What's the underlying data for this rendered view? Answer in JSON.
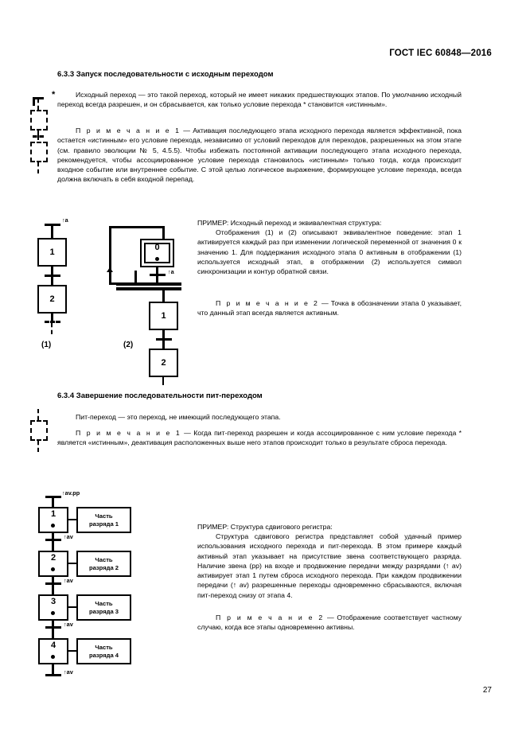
{
  "header": {
    "standard": "ГОСТ IEC 60848—2016"
  },
  "page_number": "27",
  "sections": [
    {
      "number": "6.3.3",
      "title": "6.3.3 Запуск последовательности с исходным переходом"
    },
    {
      "number": "6.3.4",
      "title": "6.3.4 Завершение последовательности пит-переходом"
    }
  ],
  "paragraphs": {
    "p1": "Исходный переход — это такой переход, который не имеет никаких предшествующих этапов. По умолчанию исходный переход всегда разрешен, и он сбрасывается, как только условие перехода * становится «истинным».",
    "note1_label": "П р и м е ч а н и е  1",
    "note1_body": " — Активация последующего этапа исходного перехода является эффективной, пока остается «истинным» его условие перехода, независимо от условий переходов для переходов, разрешенных на этом этапе (см. правило эволюции № 5, 4.5.5). Чтобы избежать постоянной активации последующего этапа исходного перехода, рекомендуется, чтобы ассоциированное условие перехода становилось «истинным» только тогда, когда происходит входное событие или внутреннее событие. С этой целью логическое выражение, формирующее условие перехода, всегда должна включать в себя входной перепад.",
    "example1_head": "ПРИМЕР: Исходный переход и эквивалентная структура:",
    "example1_body": "Отображения (1) и (2) описывают эквивалентное поведение: этап 1 активируется каждый раз при изменении логической переменной от значения 0 к значению 1. Для поддержания исходного этапа 0 активным в отображении (1) используется исходный этап, в отображении (2) используется символ синхронизации и контур обратной связи.",
    "note2_label": "П р и м е ч а н и е  2",
    "note2_body": " — Точка в обозначении этапа 0 указывает, что данный этап всегда является активным.",
    "p2": "Пит-переход — это переход, не имеющий последующего этапа.",
    "note3_label": "П р и м е ч а н и е  1",
    "note3_body": " — Когда пит-переход разрешен и когда ассоциированное с ним условие перехода * является «истинным», деактивация расположенных выше него этапов происходит только в результате сброса перехода.",
    "example2_head": "ПРИМЕР: Структура сдвигового регистра:",
    "example2_body": "Структура сдвигового регистра представляет собой удачный пример использования исходного перехода и пит-перехода. В этом примере каждый активный этап указывает на присутствие звена соответствующего разряда. Наличие звена (pp) на входе и продвижение передачи между разрядами (↑ av) активирует этап 1 путем сброса исходного перехода. При каждом продвижении передачи (↑ av) разрешенные переходы одновременно сбрасываются, включая пит-переход снизу от этапа 4.",
    "note4_label": "П р и м е ч а н и е  2",
    "note4_body": " — Отображение соответствует частному случаю, когда все этапы одновременно активны."
  },
  "margin_figures": {
    "initial_transition_asterisk": "*",
    "pit_transition_note": ""
  },
  "figure_equivalence": {
    "label_1": "(1)",
    "label_2": "(2)",
    "diagram1": {
      "top_condition": "↑a",
      "steps": [
        "1",
        "2"
      ]
    },
    "diagram2": {
      "initial_step": "0",
      "condition": "↑a",
      "steps": [
        "1",
        "2"
      ]
    }
  },
  "figure_shift_register": {
    "top_condition": "↑av.pp",
    "transition_condition": "↑av",
    "bottom_condition": "↑av",
    "steps": [
      {
        "id": "1",
        "action": "Часть\nразряда 1",
        "action_line1": "Часть",
        "action_line2": "разряда 1"
      },
      {
        "id": "2",
        "action": "Часть\nразряда 2",
        "action_line1": "Часть",
        "action_line2": "разряда 2"
      },
      {
        "id": "3",
        "action": "Часть\nразряда 3",
        "action_line1": "Часть",
        "action_line2": "разряда 3"
      },
      {
        "id": "4",
        "action": "Часть\nразряда 4",
        "action_line1": "Часть",
        "action_line2": "разряда 4"
      }
    ]
  }
}
